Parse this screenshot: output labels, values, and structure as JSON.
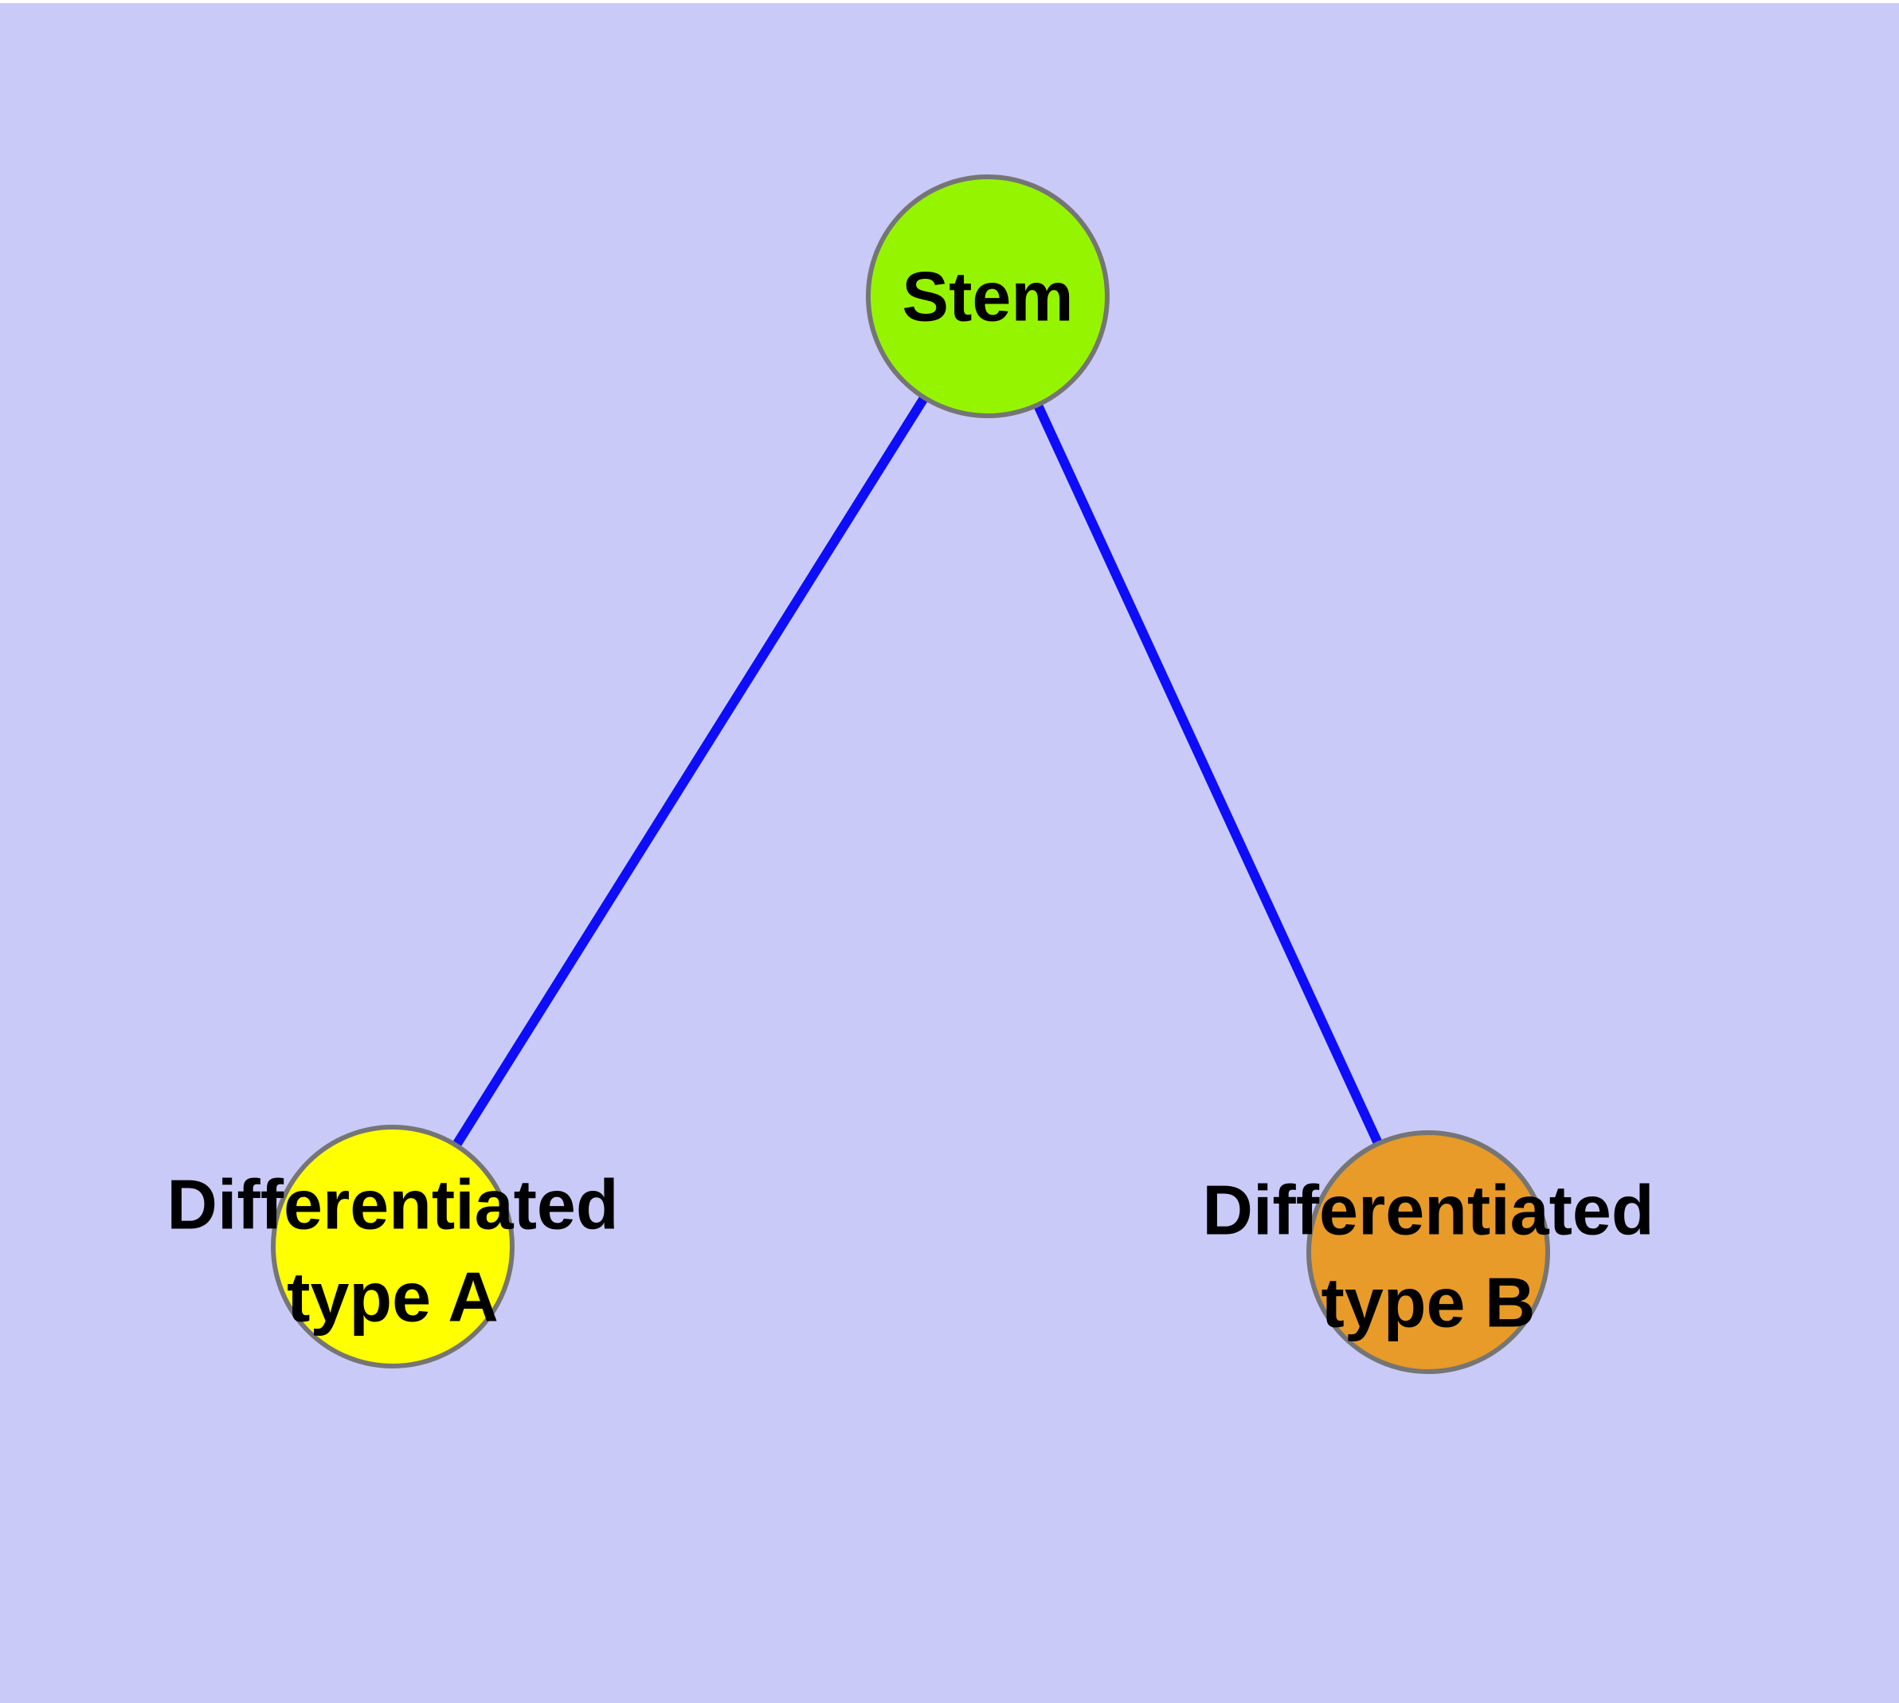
{
  "diagram": {
    "type": "node-link-graph",
    "background_color": "#cacaf8",
    "top_margin_color": "#ffffff",
    "edge_color": "#0d0dfb",
    "node_border_color": "#757575",
    "label_color": "#000000",
    "nodes": [
      {
        "id": "stem",
        "label": "Stem",
        "lines": [
          "Stem"
        ],
        "fill": "#95f500"
      },
      {
        "id": "differentiated-type-a",
        "label": "Differentiated type A",
        "lines": [
          "Differentiated",
          "type A"
        ],
        "fill": "#ffff00"
      },
      {
        "id": "differentiated-type-b",
        "label": "Differentiated type B",
        "lines": [
          "Differentiated",
          "type B"
        ],
        "fill": "#e89b28"
      }
    ],
    "edges": [
      {
        "from": "Stem",
        "to": "Differentiated type A"
      },
      {
        "from": "Stem",
        "to": "Differentiated type B"
      }
    ]
  }
}
